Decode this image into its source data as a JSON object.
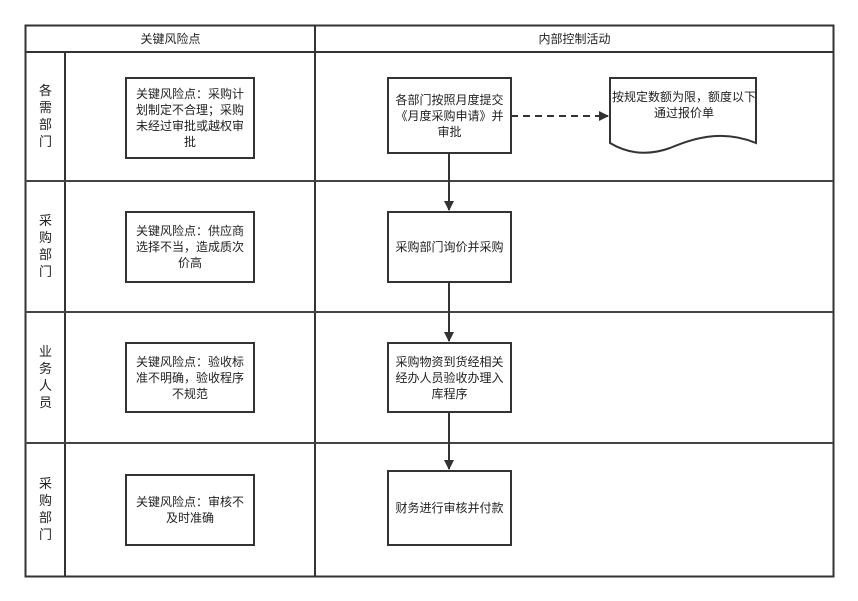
{
  "headers": {
    "left": "关键风险点",
    "right": "内部控制活动"
  },
  "lanes": [
    {
      "label": "各需部门",
      "risk": "关键风险点：采购计划制定不合理；采购未经过审批或越权审批",
      "activity": "各部门按照月度提交《月度采购申请》并审批"
    },
    {
      "label": "采购部门",
      "risk": "关键风险点：供应商选择不当，造成质次价高",
      "activity": "采购部门询价并采购"
    },
    {
      "label": "业务人员",
      "risk": "关键风险点：验收标准不明确，验收程序不规范",
      "activity": "采购物资到货经相关经办人员验收办理入库程序"
    },
    {
      "label": "采购部门",
      "risk": "关键风险点：审核不及时准确",
      "activity": "财务进行审核并付款"
    }
  ],
  "document": {
    "text": "按规定数额为限，额度以下通过报价单"
  }
}
